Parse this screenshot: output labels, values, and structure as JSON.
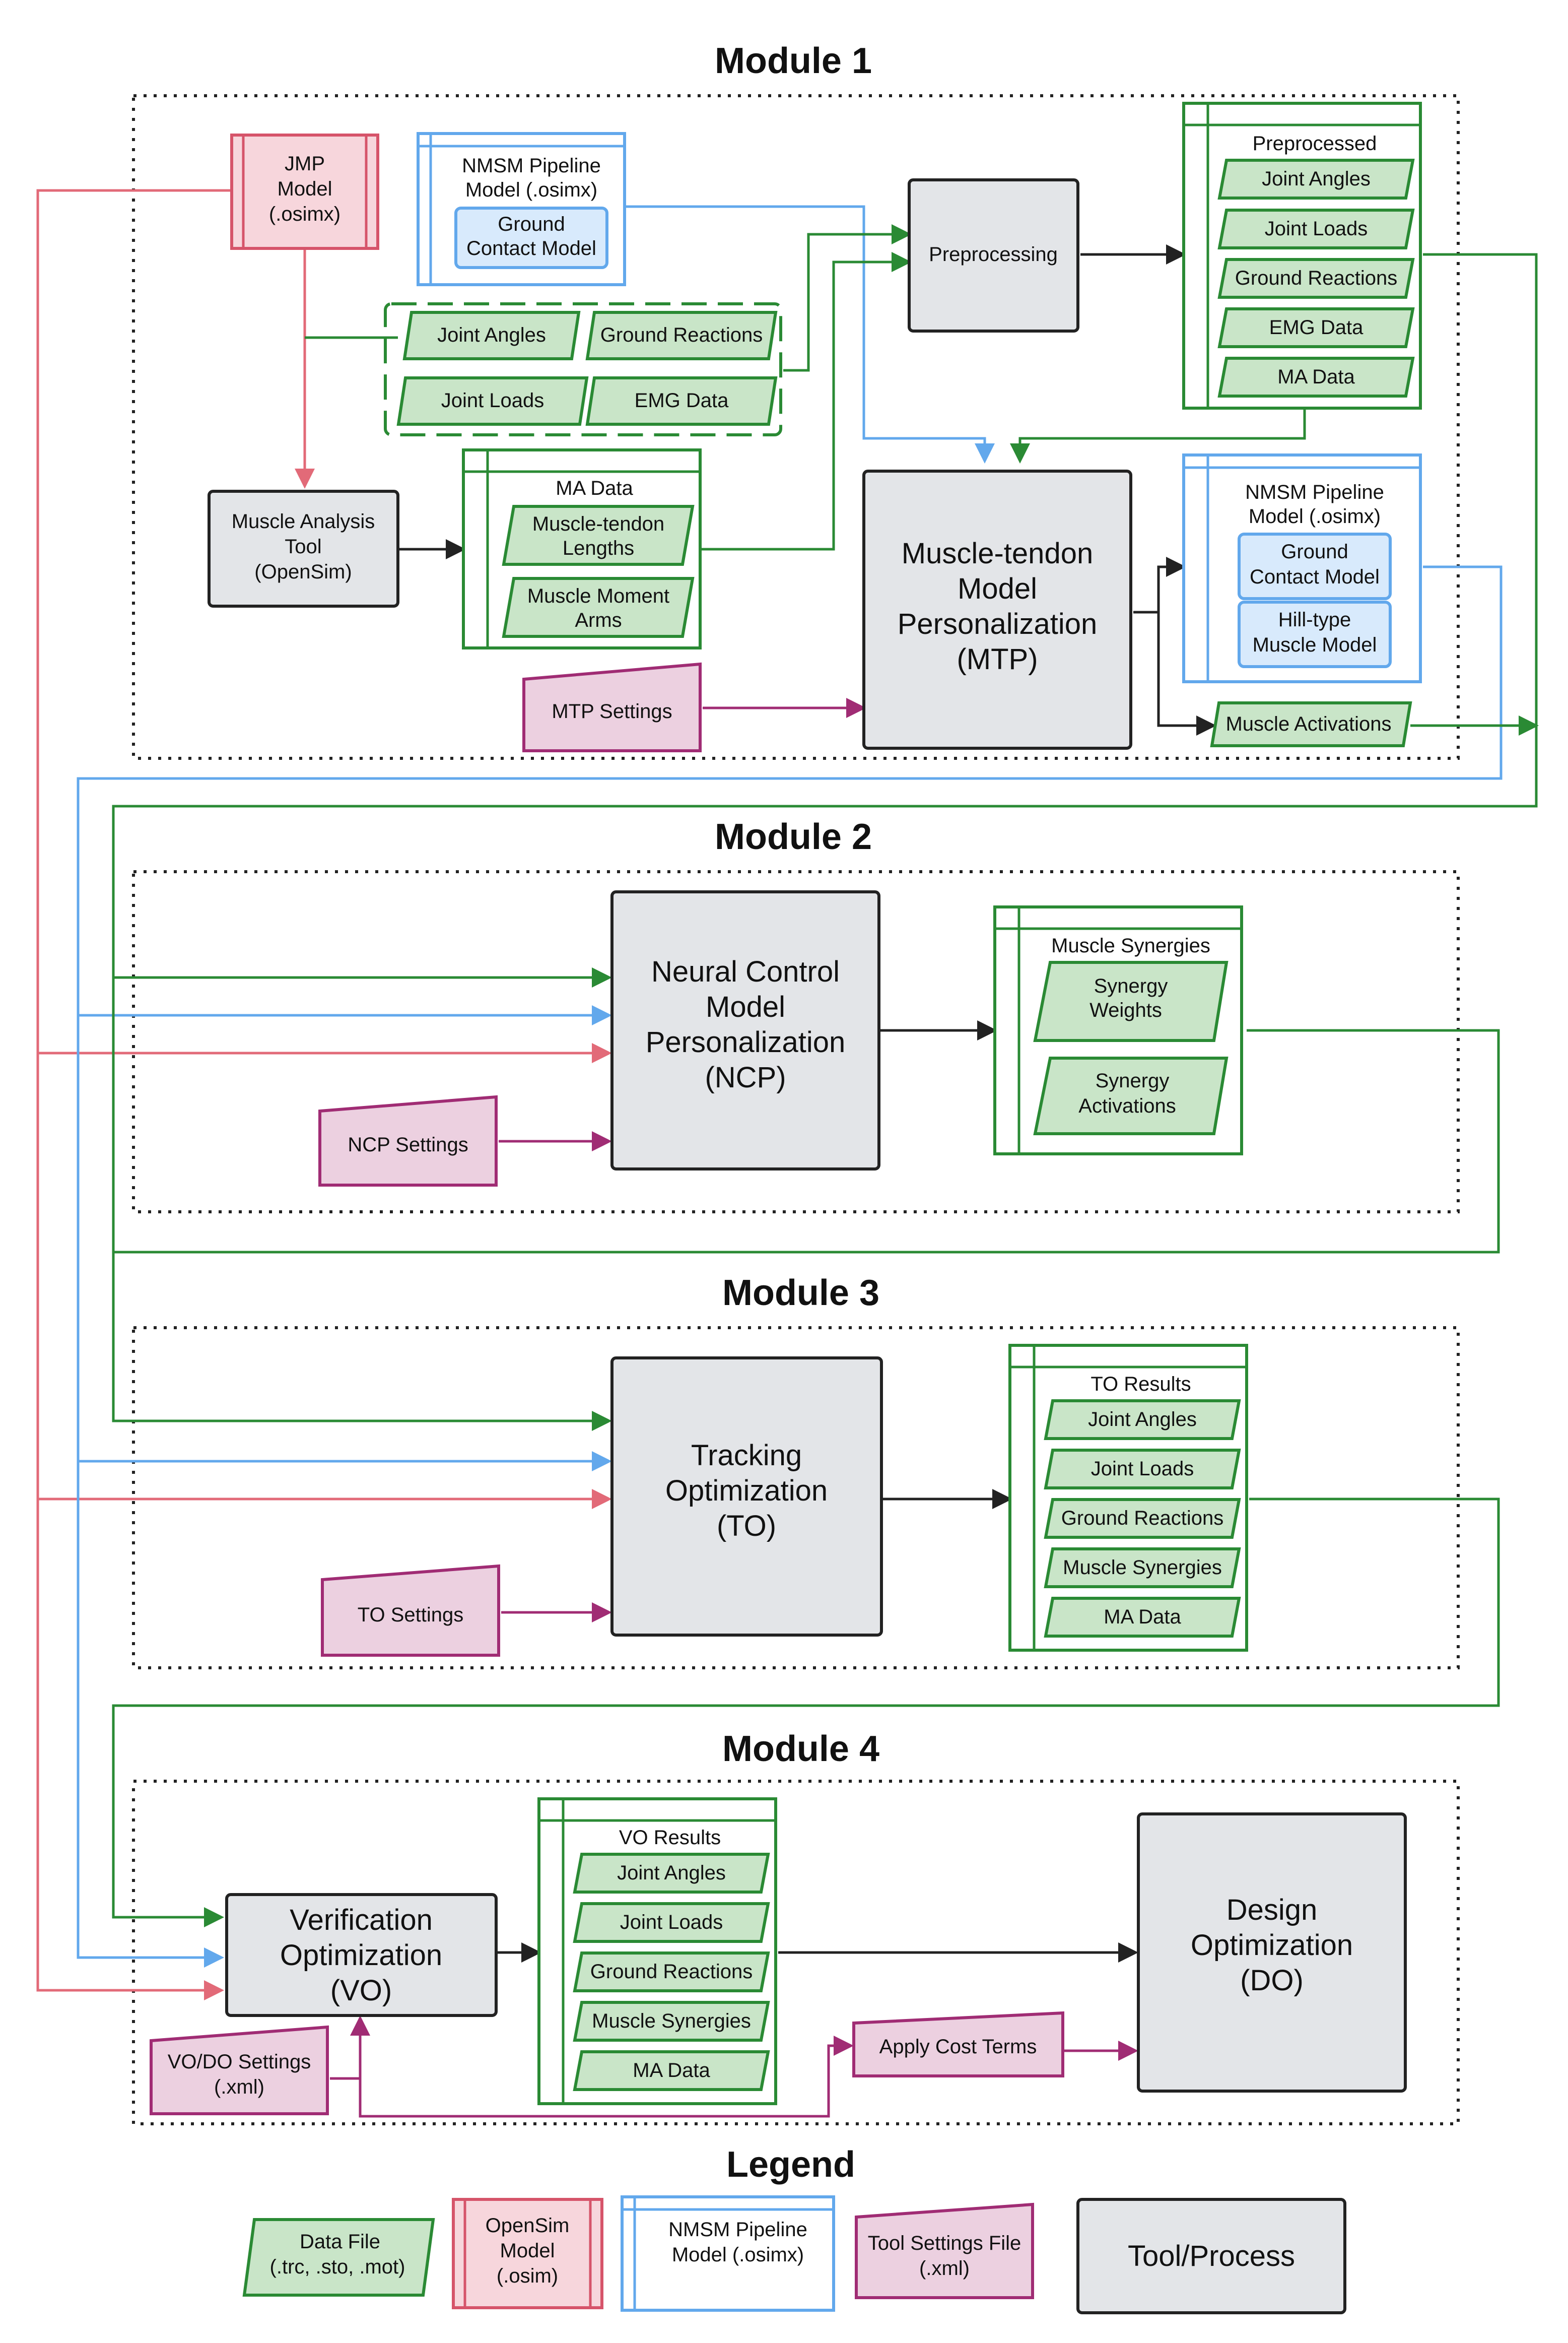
{
  "colors": {
    "data_fill": "#c9e5c8",
    "data_stroke": "#2a8a34",
    "opensim_fill": "#f7d6dc",
    "opensim_stroke": "#d6546a",
    "nmsm_fill": "#ffffff",
    "nmsm_inner_fill": "#d8eafc",
    "nmsm_stroke": "#62a8ec",
    "settings_fill": "#ecd0e0",
    "settings_stroke": "#a02c74",
    "tool_fill": "#e3e5e8",
    "tool_stroke": "#222222"
  },
  "modules": {
    "m1": "Module 1",
    "m2": "Module 2",
    "m3": "Module 3",
    "m4": "Module 4"
  },
  "m1": {
    "jmp_model": [
      "JMP",
      "Model",
      "(.osimx)"
    ],
    "nmsm_top": [
      "NMSM Pipeline",
      "Model (.osimx)"
    ],
    "nmsm_top_inner": [
      "Ground",
      "Contact Model"
    ],
    "input_joint_angles": "Joint Angles",
    "input_ground_reactions": "Ground Reactions",
    "input_joint_loads": "Joint Loads",
    "input_emg": "EMG Data",
    "preprocessing": "Preprocessing",
    "preprocessed_title": "Preprocessed",
    "preprocessed_items": [
      "Joint Angles",
      "Joint Loads",
      "Ground Reactions",
      "EMG Data",
      "MA Data"
    ],
    "muscle_analysis": [
      "Muscle Analysis",
      "Tool",
      "(OpenSim)"
    ],
    "ma_data_title": "MA Data",
    "ma_lengths": [
      "Muscle-tendon",
      "Lengths"
    ],
    "ma_arms": [
      "Muscle Moment",
      "Arms"
    ],
    "mtp_settings": "MTP Settings",
    "mtp": [
      "Muscle-tendon",
      "Model",
      "Personalization",
      "(MTP)"
    ],
    "nmsm_out": [
      "NMSM Pipeline",
      "Model (.osimx)"
    ],
    "nmsm_out_ground": [
      "Ground",
      "Contact Model"
    ],
    "nmsm_out_hill": [
      "Hill-type",
      "Muscle Model"
    ],
    "muscle_activations": "Muscle Activations"
  },
  "m2": {
    "ncp": [
      "Neural Control",
      "Model",
      "Personalization",
      "(NCP)"
    ],
    "ncp_settings": "NCP Settings",
    "synergies_title": "Muscle Synergies",
    "synergy_weights": [
      "Synergy",
      "Weights"
    ],
    "synergy_activations": [
      "Synergy",
      "Activations"
    ]
  },
  "m3": {
    "to": [
      "Tracking",
      "Optimization",
      "(TO)"
    ],
    "to_settings": "TO Settings",
    "results_title": "TO Results",
    "results_items": [
      "Joint Angles",
      "Joint Loads",
      "Ground Reactions",
      "Muscle Synergies",
      "MA Data"
    ]
  },
  "m4": {
    "vo": [
      "Verification",
      "Optimization",
      "(VO)"
    ],
    "vo_settings": [
      "VO/DO Settings",
      "(.xml)"
    ],
    "results_title": "VO Results",
    "results_items": [
      "Joint Angles",
      "Joint Loads",
      "Ground Reactions",
      "Muscle Synergies",
      "MA Data"
    ],
    "apply_cost": "Apply Cost Terms",
    "do": [
      "Design",
      "Optimization",
      "(DO)"
    ]
  },
  "legend": {
    "title": "Legend",
    "data_file": [
      "Data File",
      "(.trc, .sto, .mot)"
    ],
    "opensim_model": [
      "OpenSim",
      "Model",
      "(.osim)"
    ],
    "nmsm_model": [
      "NMSM Pipeline",
      "Model (.osimx)"
    ],
    "settings_file": [
      "Tool Settings File",
      "(.xml)"
    ],
    "tool_process": "Tool/Process"
  }
}
